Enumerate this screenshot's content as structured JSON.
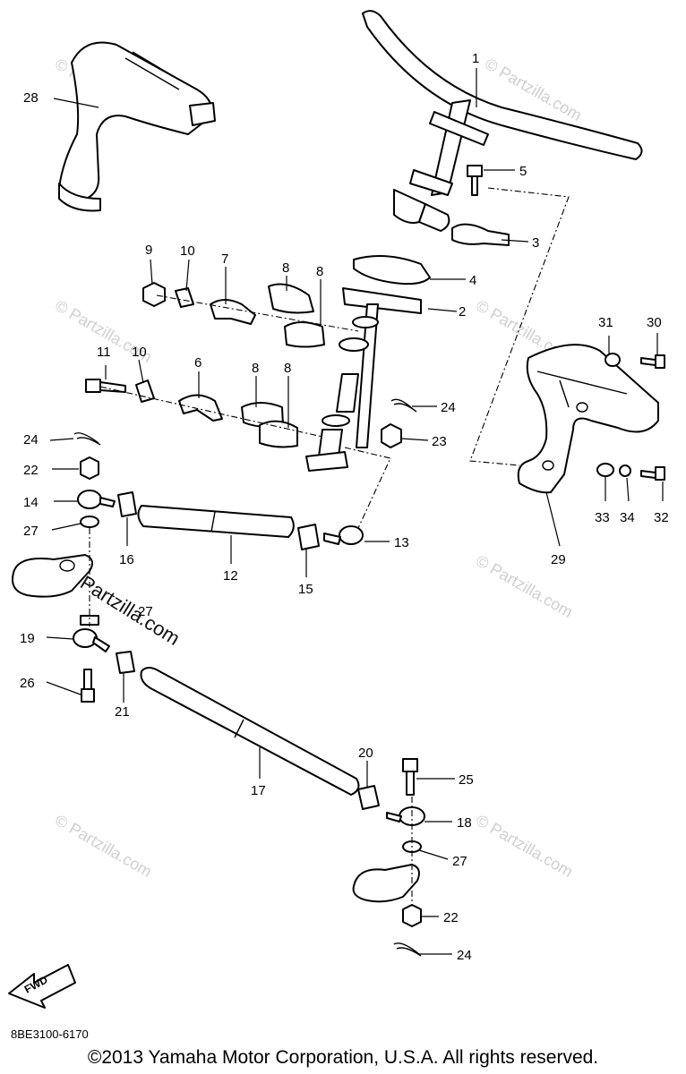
{
  "diagram": {
    "code": "8BE3100-6170",
    "copyright": "©2013 Yamaha Motor Corporation, U.S.A. All rights reserved.",
    "watermark": "© Partzilla.com",
    "watermark_main": "Partzilla.com",
    "fwd_label": "FWD",
    "callouts": [
      "1",
      "2",
      "3",
      "4",
      "5",
      "6",
      "7",
      "8",
      "8",
      "8",
      "8",
      "9",
      "10",
      "10",
      "11",
      "12",
      "13",
      "14",
      "15",
      "16",
      "17",
      "18",
      "19",
      "20",
      "21",
      "22",
      "22",
      "23",
      "24",
      "24",
      "24",
      "25",
      "26",
      "27",
      "27",
      "27",
      "28",
      "29",
      "30",
      "31",
      "32",
      "33",
      "34"
    ]
  }
}
